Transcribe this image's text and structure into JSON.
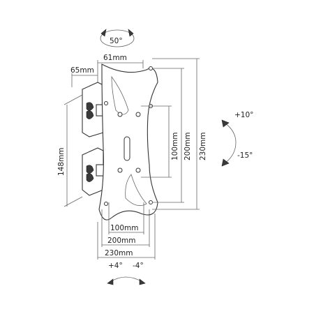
{
  "rotation": {
    "swivel": "50°",
    "tilt_up": "+10°",
    "tilt_down": "-15°",
    "level_left": "+4°",
    "level_right": "-4°"
  },
  "dimensions": {
    "arm_top": "61mm",
    "wall_offset": "65mm",
    "wall_plate_height": "148mm",
    "vesa_v_100": "100mm",
    "vesa_v_200": "200mm",
    "vesa_v_230": "230mm",
    "vesa_h_100": "100mm",
    "vesa_h_200": "200mm",
    "vesa_h_230": "230mm"
  }
}
